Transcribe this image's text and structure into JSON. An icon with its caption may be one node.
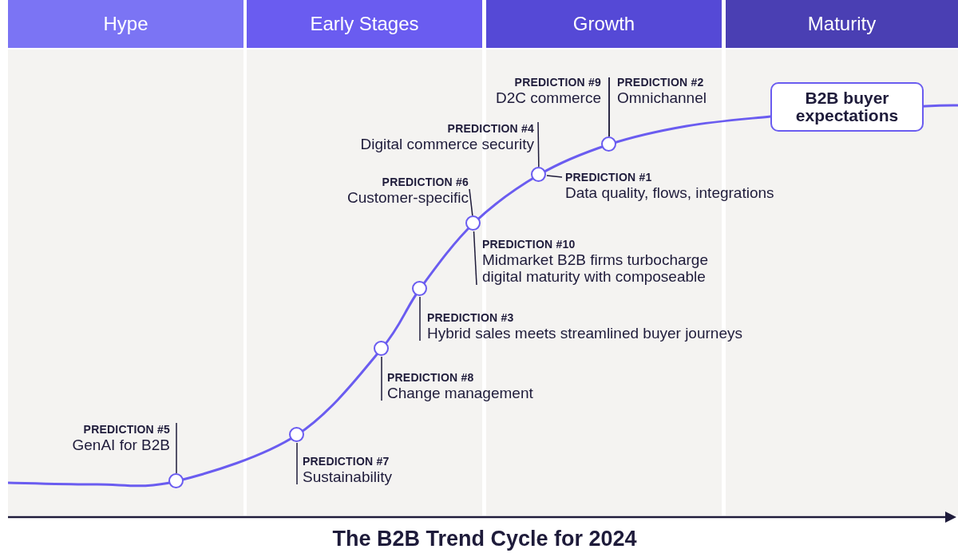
{
  "diagram": {
    "title": "The B2B Trend Cycle for 2024",
    "nodes": [
      {
        "text": [
          "Hype"
        ]
      },
      {
        "text": [
          "Early Stages"
        ]
      },
      {
        "text": [
          "Growth"
        ]
      },
      {
        "text": [
          "Maturity"
        ]
      },
      {
        "text": [
          "PREDICTION #5",
          "GenAI for B2B"
        ]
      },
      {
        "text": [],
        "shape": "circle"
      },
      {
        "text": [
          "PREDICTION #7",
          "Sustainability"
        ]
      },
      {
        "text": [],
        "shape": "circle"
      },
      {
        "text": [
          "PREDICTION #8",
          "Change management"
        ]
      },
      {
        "text": [],
        "shape": "circle"
      },
      {
        "text": [
          "PREDICTION #3",
          "Hybrid sales meets streamlined buyer journeys"
        ]
      },
      {
        "text": [],
        "shape": "circle"
      },
      {
        "text": [
          "PREDICTION #6",
          "Customer-specific"
        ]
      },
      {
        "text": [
          "PREDICTION #10",
          "Midmarket B2B firms turbocharge digital maturity with composeable"
        ]
      },
      {
        "text": [],
        "shape": "circle"
      },
      {
        "text": [
          "PREDICTION #4",
          "Digital commerce security"
        ]
      },
      {
        "text": [
          "PREDICTION #1",
          "Data quality, flows, integrations"
        ]
      },
      {
        "text": [],
        "shape": "circle"
      },
      {
        "text": [
          "PREDICTION #9",
          "D2C commerce"
        ]
      },
      {
        "text": [
          "PREDICTION #2",
          "Omnichannel"
        ]
      },
      {
        "text": [],
        "shape": "circle"
      },
      {
        "text": [
          "B2B buyer expectations"
        ]
      }
    ],
    "edges": [
      {
        "from": 4,
        "to": 5,
        "arrow": "none"
      },
      {
        "from": 6,
        "to": 7,
        "arrow": "none"
      },
      {
        "from": 8,
        "to": 9,
        "arrow": "none"
      },
      {
        "from": 10,
        "to": 11,
        "arrow": "none"
      },
      {
        "from": 12,
        "to": 14,
        "arrow": "none"
      },
      {
        "from": 13,
        "to": 14,
        "arrow": "none"
      },
      {
        "from": 15,
        "to": 17,
        "arrow": "none"
      },
      {
        "from": 16,
        "to": 17,
        "arrow": "none"
      },
      {
        "from": 18,
        "to": 20,
        "arrow": "none"
      },
      {
        "from": 19,
        "to": 20,
        "arrow": "none"
      }
    ]
  }
}
